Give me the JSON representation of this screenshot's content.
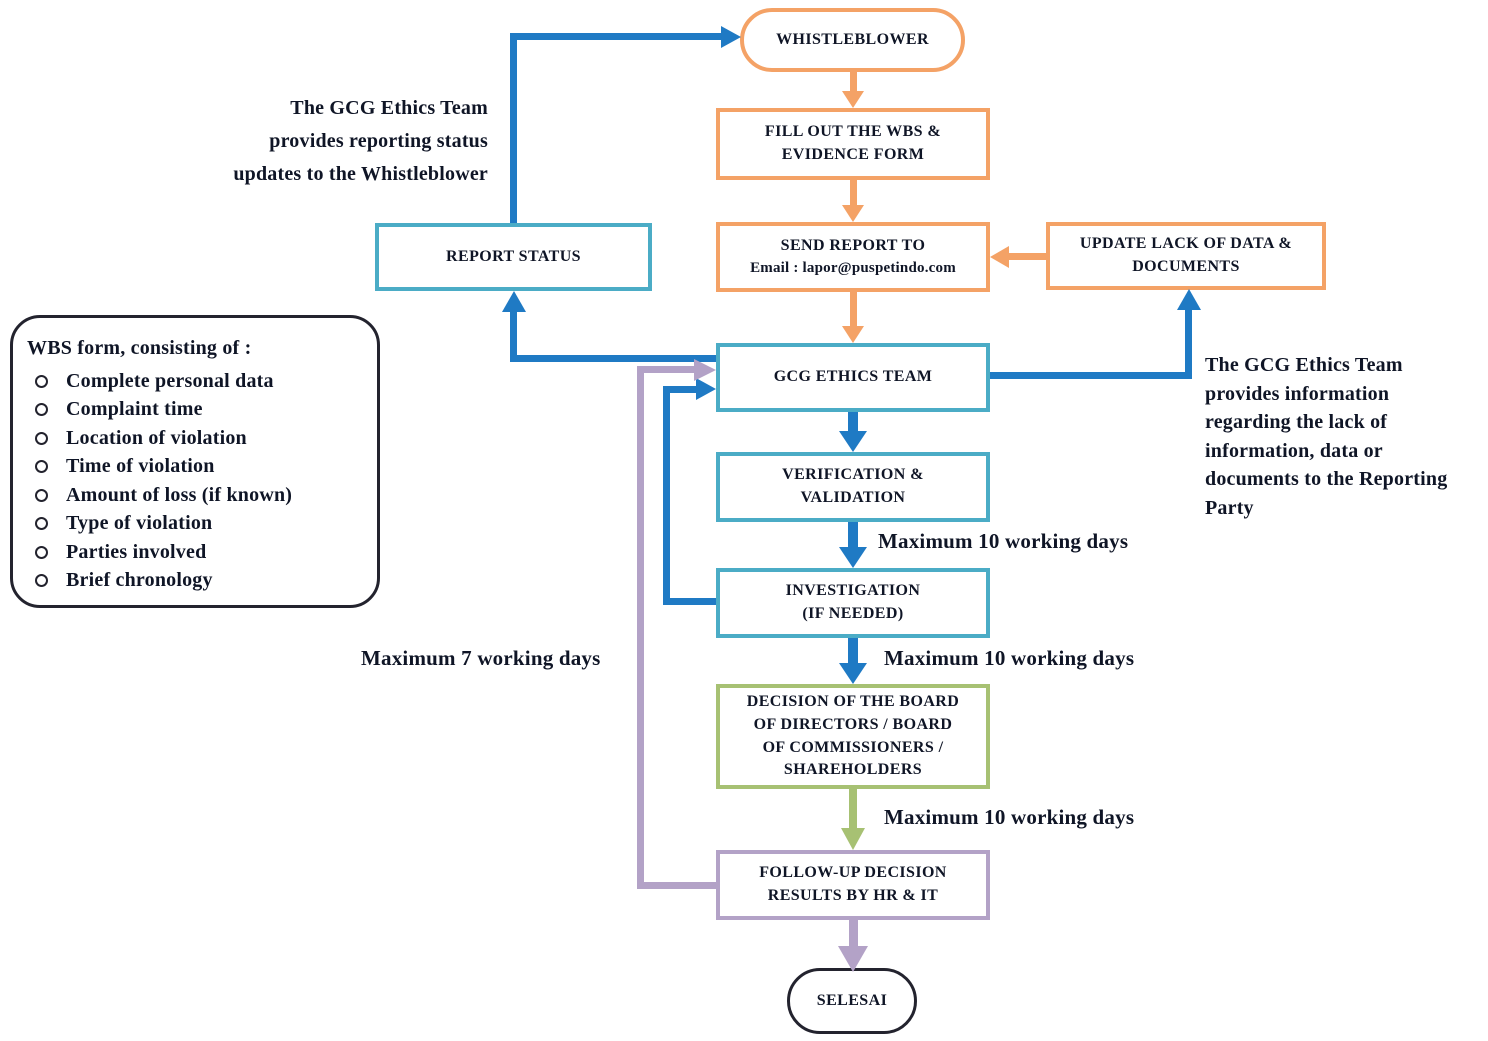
{
  "palette": {
    "orange": "#F4A266",
    "teal": "#4BACC6",
    "blue": "#1F7AC4",
    "green": "#A7C173",
    "purple": "#B3A2C7",
    "dark_outline": "#23232E",
    "text": "#0F1526"
  },
  "nodes": {
    "whistleblower": {
      "label": "WHISTLEBLOWER"
    },
    "fill_out_form": {
      "lines": [
        "FILL OUT THE WBS &",
        "EVIDENCE FORM"
      ]
    },
    "send_report": {
      "lines": [
        "SEND REPORT TO",
        "Email : lapor@puspetindo.com"
      ]
    },
    "update_lack_of_data": {
      "lines": [
        "UPDATE LACK OF DATA &",
        "DOCUMENTS"
      ]
    },
    "report_status": {
      "label": "REPORT STATUS"
    },
    "gcg_ethics_team": {
      "label": "GCG ETHICS TEAM"
    },
    "verification_validation": {
      "lines": [
        "VERIFICATION &",
        "VALIDATION"
      ]
    },
    "investigation": {
      "lines": [
        "INVESTIGATION",
        "(IF NEEDED)"
      ]
    },
    "board_decision": {
      "lines": [
        "DECISION OF THE BOARD",
        "OF DIRECTORS / BOARD",
        "OF COMMISSIONERS /",
        "SHAREHOLDERS"
      ]
    },
    "follow_up": {
      "lines": [
        "FOLLOW-UP DECISION",
        "RESULTS BY HR & IT"
      ]
    },
    "selesai": {
      "label": "SELESAI"
    }
  },
  "wbs_form": {
    "heading": "WBS form, consisting of :",
    "items": [
      "Complete personal data",
      "Complaint time",
      "Location of violation",
      "Time of violation",
      "Amount of loss (if known)",
      "Type of violation",
      "Parties involved",
      "Brief chronology"
    ]
  },
  "annotations": {
    "status_updates_lines": [
      "The GCG Ethics Team",
      "provides reporting status",
      "updates to the Whistleblower"
    ],
    "lack_info_lines": [
      "The GCG Ethics Team",
      "provides information",
      "regarding the lack of",
      "information, data or",
      "documents to the Reporting",
      "Party"
    ]
  },
  "duration_labels": {
    "verification_to_investigation": "Maximum 10 working days",
    "investigation_to_decision": "Maximum 10 working days",
    "decision_to_follow_up": "Maximum 10 working days",
    "follow_up_loop": "Maximum 7 working days"
  }
}
